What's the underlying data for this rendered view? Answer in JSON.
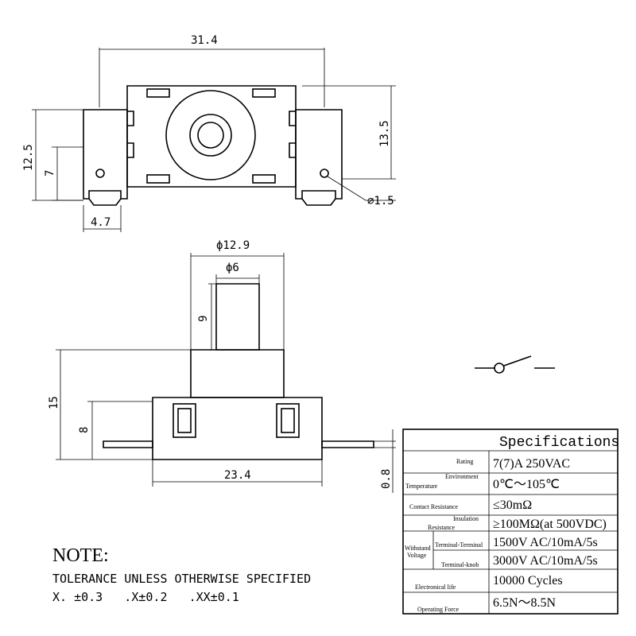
{
  "top_view": {
    "dims": {
      "width": "31.4",
      "height_right": "13.5",
      "height_left": "12.5",
      "hole_height": "7",
      "terminal_width": "4.7",
      "hole_dia": "⌀1.5"
    }
  },
  "side_view": {
    "dims": {
      "body_dia": "ϕ12.9",
      "stem_dia": "ϕ6",
      "stem_height": "9",
      "total_height": "15",
      "base_height": "8",
      "base_width": "23.4",
      "terminal_thickness": "0.8"
    }
  },
  "symbol": "switch-symbol",
  "specs": {
    "title": "Specifications",
    "rows": [
      {
        "label": "Rating",
        "value": "7(7)A 250VAC"
      },
      {
        "label_line1": "Environment",
        "label_line2": "Temperature",
        "value": "0℃～105℃"
      },
      {
        "label": "Contact Resistance",
        "value": "≤30mΩ"
      },
      {
        "label_line1": "Insulation",
        "label_line2": "Resistance",
        "value": "≥100MΩ(at 500VDC)"
      },
      {
        "group_line1": "Withstand",
        "group_line2": "Voltage",
        "sub1": "Terminal-Terminal",
        "value1": "1500V AC/10mA/5s",
        "sub2": "Terminal-knob",
        "value2": "3000V AC/10mA/5s"
      },
      {
        "label": "Electronical life",
        "value": "10000 Cycles"
      },
      {
        "label": "Operating Force",
        "value": "6.5N～8.5N"
      }
    ]
  },
  "note": {
    "title": "NOTE:",
    "line1": "TOLERANCE UNLESS OTHERWISE SPECIFIED",
    "line2": "X. ±0.3   .X±0.2   .XX±0.1"
  }
}
